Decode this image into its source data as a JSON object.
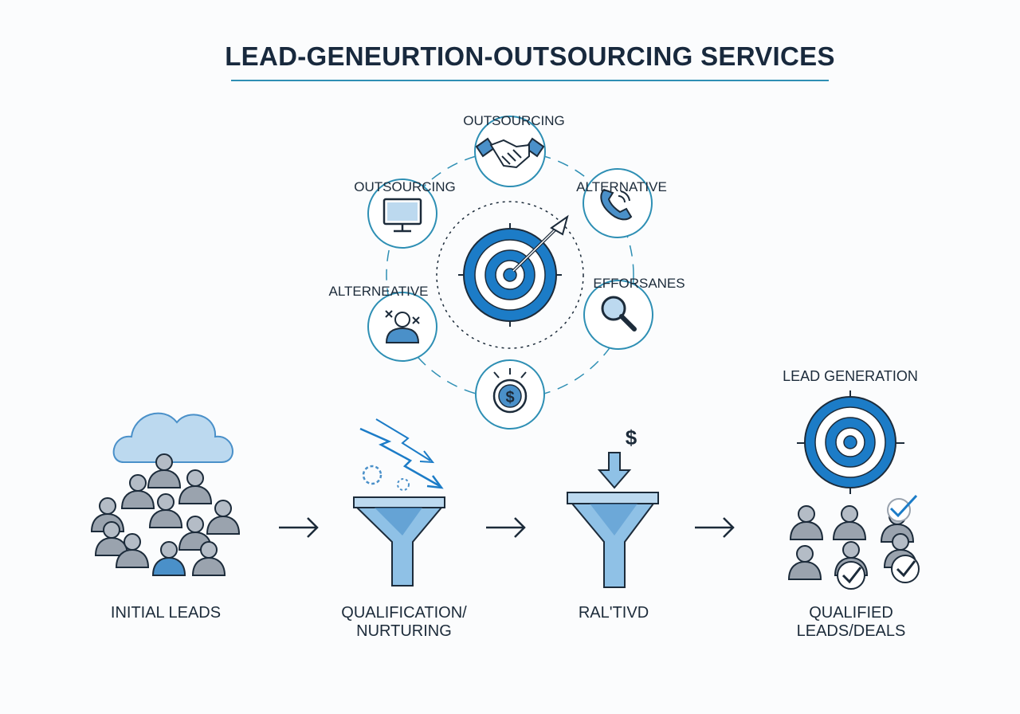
{
  "title": "LEAD-GENEURTION-OUTSOURCING SERVICES",
  "cycle": {
    "nodes": [
      {
        "label": "OUTSOURCING",
        "icon": "handshake-icon"
      },
      {
        "label": "ALTERNATIVE",
        "icon": "phone-icon"
      },
      {
        "label": "EFFORSANES",
        "icon": "magnifier-icon"
      },
      {
        "label": "",
        "icon": "dollar-coin-icon"
      },
      {
        "label": "ALTERNEATIVE",
        "icon": "person-x-icon"
      },
      {
        "label": "OUTSOURCING",
        "icon": "monitor-icon"
      }
    ],
    "center_icon": "target-arrow-icon"
  },
  "stages": [
    {
      "label_lines": [
        "INITIAL LEADS"
      ],
      "icon": "crowd-cloud-icon"
    },
    {
      "label_lines": [
        "QUALIFICATION/",
        "NURTURING"
      ],
      "icon": "funnel-icon"
    },
    {
      "label_lines": [
        "RAL'TIVD"
      ],
      "icon": "funnel-dollar-icon"
    },
    {
      "label_lines": [
        "QUALIFIED",
        "LEADS/DEALS"
      ],
      "icon": "qualified-people-icon"
    }
  ],
  "lead_generation_label": "LEAD GENERATION",
  "dollar_symbol": "$",
  "colors": {
    "primary": "#1c7cc7",
    "light": "#8fc1e6",
    "navy": "#1c2b3a",
    "gray": "#9aa3ae",
    "teal": "#2e8fb4"
  }
}
